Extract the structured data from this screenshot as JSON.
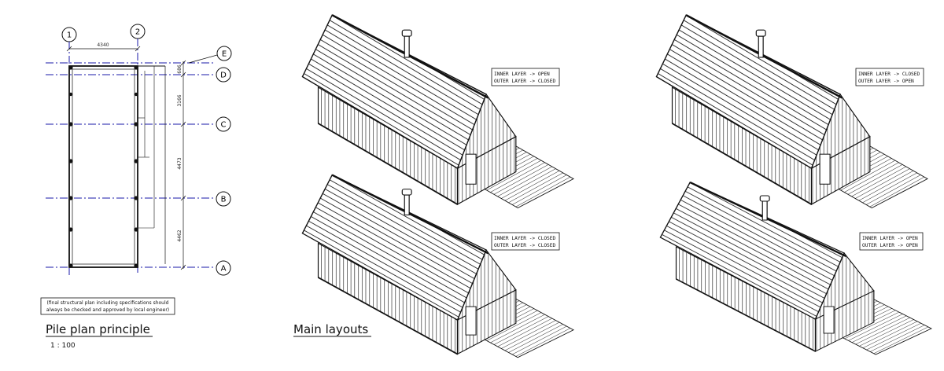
{
  "pile_plan": {
    "title": "Pile plan principle",
    "scale": "1 : 100",
    "note_lines": [
      "(final structural plan including specifications should",
      "always be checked and approved by local engineer)"
    ],
    "axes_columns": [
      "1",
      "2"
    ],
    "axes_rows": [
      "E",
      "D",
      "C",
      "B",
      "A"
    ],
    "dim_top": "4340",
    "dims_right": [
      "4462",
      "4473",
      "3166",
      "686"
    ]
  },
  "main_layouts": {
    "title": "Main layouts",
    "layouts": [
      {
        "lines": [
          "INNER LAYER  -> OPEN",
          "OUTER LAYER -> CLOSED"
        ]
      },
      {
        "lines": [
          "INNER LAYER  -> CLOSED",
          "OUTER LAYER -> OPEN"
        ]
      },
      {
        "lines": [
          "INNER LAYER  -> CLOSED",
          "OUTER LAYER -> CLOSED"
        ]
      },
      {
        "lines": [
          "INNER LAYER  -> OPEN",
          "OUTER LAYER -> OPEN"
        ]
      }
    ]
  }
}
